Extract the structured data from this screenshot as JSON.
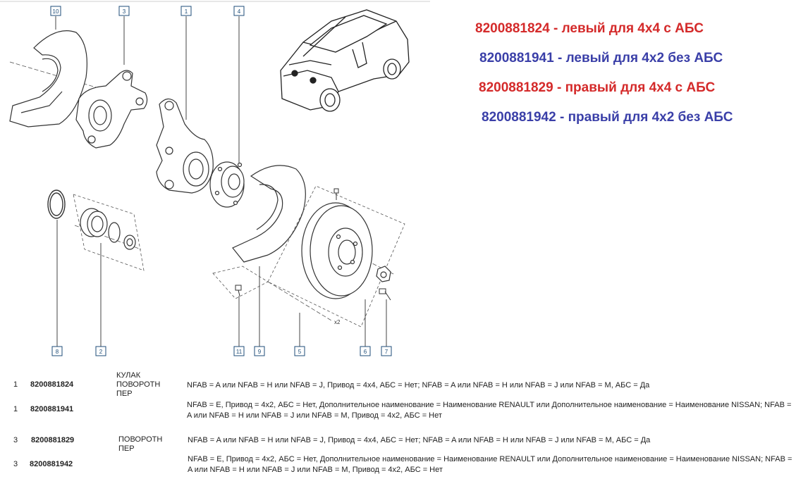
{
  "callouts": [
    "10",
    "3",
    "1",
    "4",
    "8",
    "2",
    "11",
    "9",
    "5",
    "6",
    "7"
  ],
  "diagram_marks": {
    "x2": "x2"
  },
  "part_numbers": [
    {
      "code": "8200881824",
      "sep": " - ",
      "desc": "левый для 4x4 с АБС",
      "color": "#d42a2a"
    },
    {
      "code": "8200881941",
      "sep": " - ",
      "desc": "левый для 4x2 без АБС",
      "color": "#3a3fa8"
    },
    {
      "code": "8200881829",
      "sep": " - ",
      "desc": "правый для 4x4 с АБС",
      "color": "#d42a2a"
    },
    {
      "code": "8200881942",
      "sep": " - ",
      "desc": "правый для 4x2 без АБС",
      "color": "#3a3fa8"
    }
  ],
  "table": {
    "rows": [
      {
        "num": "1",
        "code": "8200881824",
        "name": "КУЛАК\nПОВОРОТН\nПЕР",
        "desc": "NFAB = A или NFAB = H или NFAB = J, Привод = 4x4, АБС = Нет; NFAB = A или NFAB = H или NFAB = J или NFAB = M, АБС = Да"
      },
      {
        "num": "1",
        "code": "8200881941",
        "name": "",
        "desc": "NFAB = E, Привод = 4x2, АБС = Нет, Дополнительное наименование = Наименование RENAULT или Дополнительное наименование = Наименование NISSAN; NFAB = A или NFAB = H или NFAB = J или NFAB = M, Привод = 4x2, АБС = Нет"
      },
      {
        "num": "3",
        "code": "8200881829",
        "name": "ПОВОРОТН\nПЕР",
        "desc": "NFAB = A или NFAB = H или NFAB = J, Привод = 4x4, АБС = Нет; NFAB = A или NFAB = H или NFAB = J или NFAB = M, АБС = Да"
      },
      {
        "num": "3",
        "code": "8200881942",
        "name": "",
        "desc": "NFAB = E, Привод = 4x2, АБС = Нет, Дополнительное наименование = Наименование RENAULT или Дополнительное наименование = Наименование NISSAN; NFAB = A или NFAB = H или NFAB = J или NFAB = M, Привод = 4x2, АБС = Нет"
      }
    ]
  }
}
